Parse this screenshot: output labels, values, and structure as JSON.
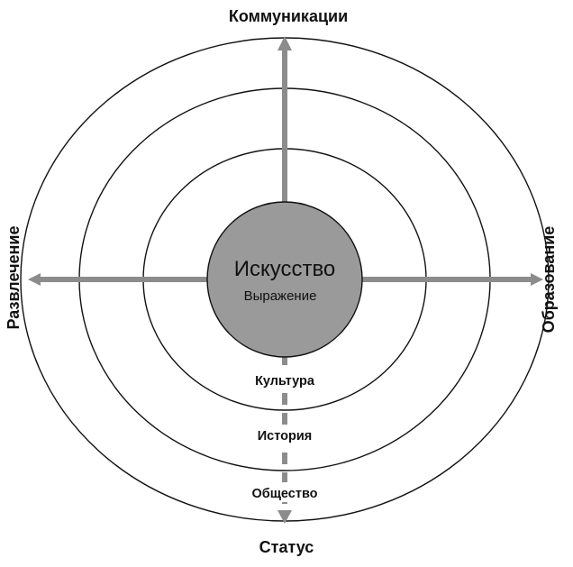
{
  "diagram": {
    "center": {
      "title": "Искусство",
      "subtitle": "Выражение"
    },
    "axes": {
      "top": "Коммуникации",
      "bottom": "Статус",
      "left": "Развлечение",
      "right": "Образование"
    },
    "rings": [
      "Культура",
      "История",
      "Общество"
    ]
  },
  "colors": {
    "axis": "#8c8c8c",
    "core_fill": "#9a9a9a",
    "stroke": "#111111",
    "background": "#ffffff"
  }
}
